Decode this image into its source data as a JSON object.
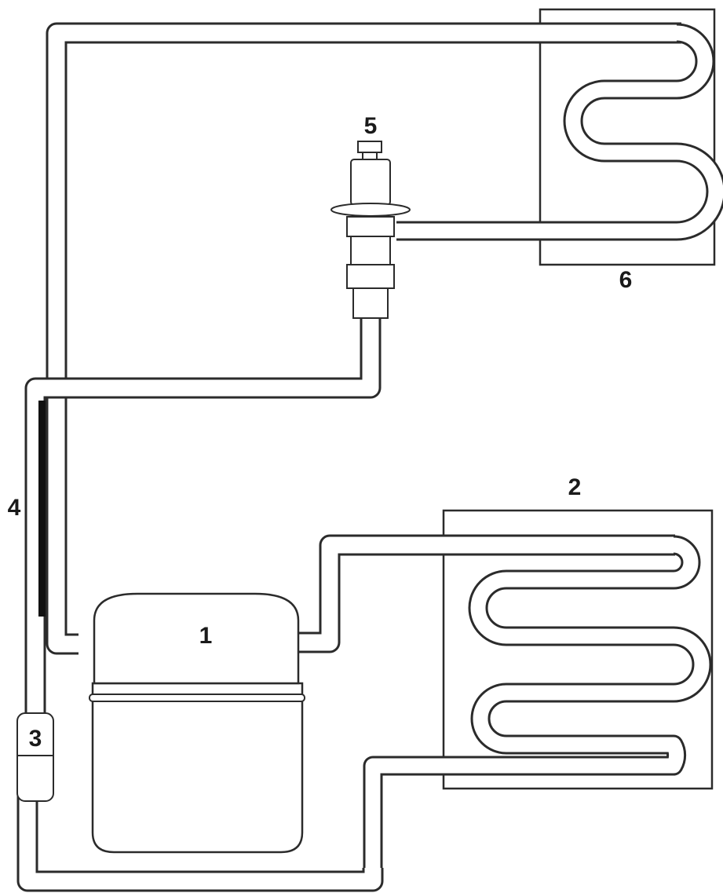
{
  "labels": {
    "compressor": "1",
    "condenser": "2",
    "filter_drier": "3",
    "capillary_tube": "4",
    "expansion_valve": "5",
    "evaporator": "6"
  },
  "colors": {
    "line": "#2b2b2b",
    "background": "#ffffff",
    "capillary": "#111111"
  }
}
